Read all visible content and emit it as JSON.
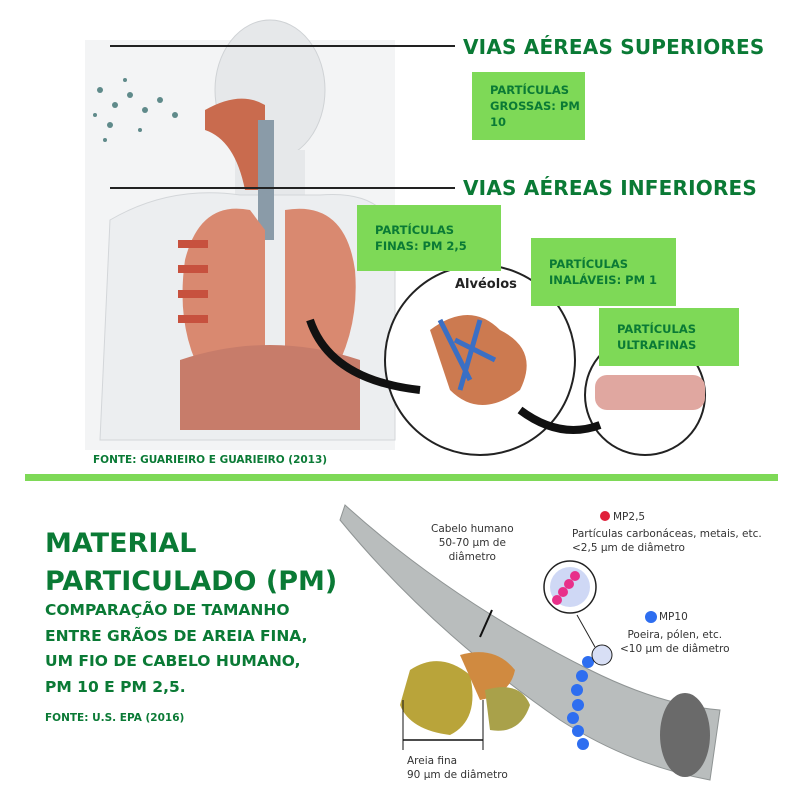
{
  "top": {
    "upper_airways": "VIAS AÉREAS SUPERIORES",
    "lower_airways": "VIAS AÉREAS INFERIORES",
    "boxes": [
      {
        "line1": "PARTÍCULAS",
        "line2": "GROSSAS: PM 10"
      },
      {
        "line1": "PARTÍCULAS",
        "line2": "FINAS: PM 2,5"
      },
      {
        "line1": "PARTÍCULAS",
        "line2": "INALÁVEIS: PM 1"
      },
      {
        "line1": "PARTÍCULAS",
        "line2": "ULTRAFINAS"
      }
    ],
    "alveoli_label": "Alvéolos",
    "source": "FONTE: GUARIEIRO E GUARIEIRO (2013)"
  },
  "bottom": {
    "title_line1": "MATERIAL",
    "title_line2": "PARTICULADO (PM)",
    "subtitle": [
      "COMPARAÇÃO DE TAMANHO",
      "ENTRE GRÃOS DE AREIA FINA,",
      "UM FIO DE CABELO HUMANO,",
      "PM 10 E PM 2,5."
    ],
    "source": "FONTE: U.S. EPA (2016)",
    "hair_label": [
      "Cabelo humano",
      "50-70 µm de",
      "diâmetro"
    ],
    "pm25_title": "MP2,5",
    "pm25_desc": [
      "Partículas carbonáceas, metais, etc.",
      "<2,5 µm de diâmetro"
    ],
    "pm10_title": "MP10",
    "pm10_desc": [
      "Poeira, pólen, etc.",
      "<10 µm de diâmetro"
    ],
    "sand_label": [
      "Areia fina",
      "90 µm de diâmetro"
    ]
  },
  "colors": {
    "dark_green": "#0a7a35",
    "light_green": "#7ed957"
  }
}
